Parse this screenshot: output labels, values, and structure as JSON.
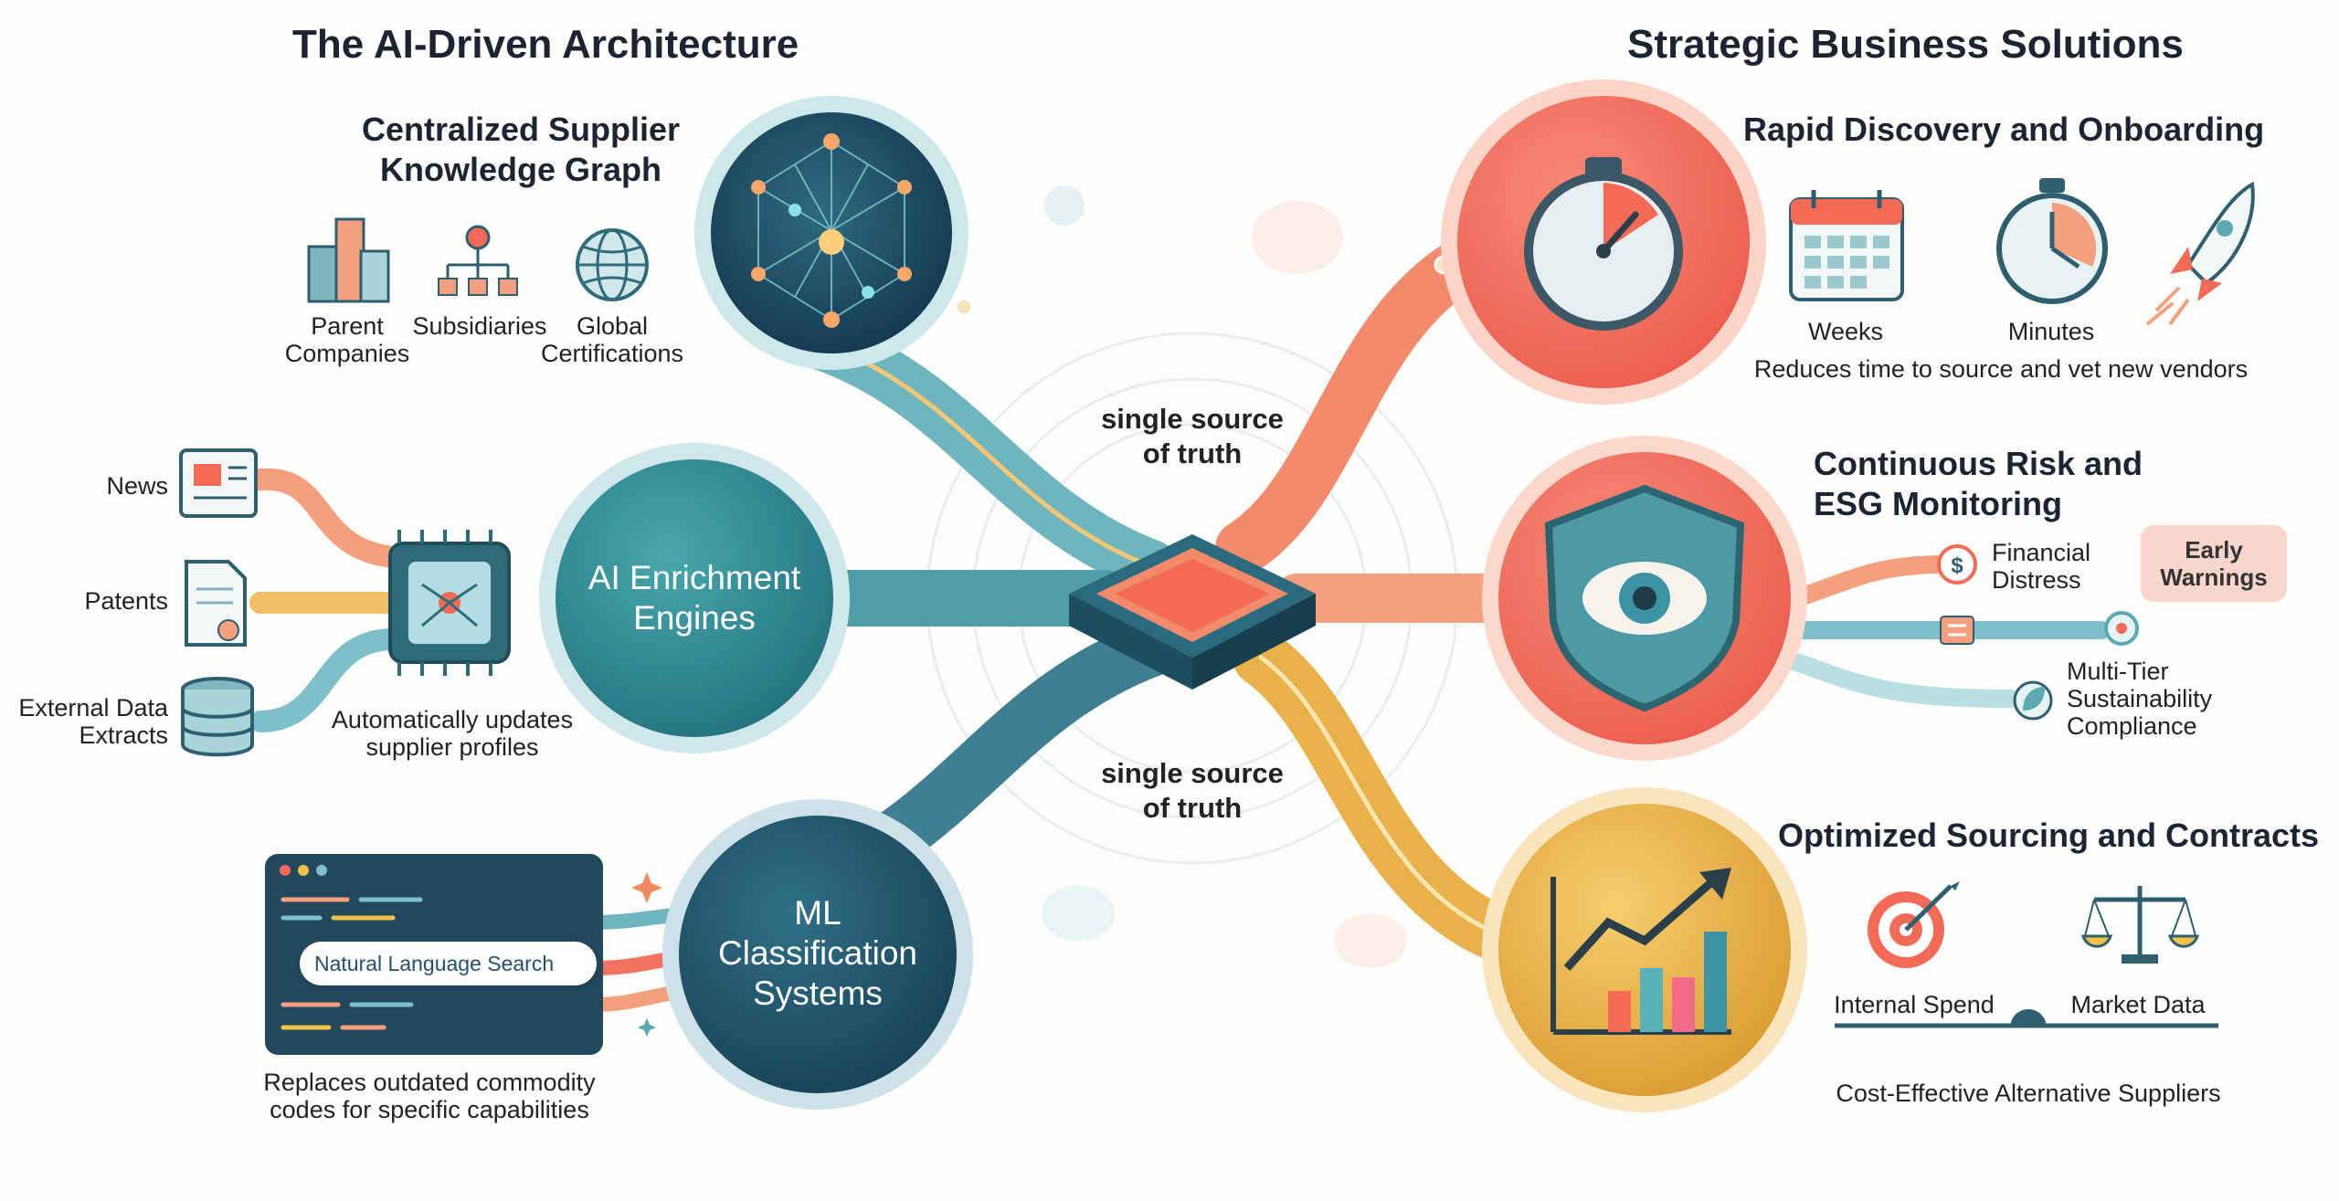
{
  "headings": {
    "left": "The AI-Driven Architecture",
    "right": "Strategic Business Solutions"
  },
  "knowledge_graph": {
    "title_line1": "Centralized Supplier",
    "title_line2": "Knowledge Graph",
    "items": [
      {
        "line1": "Parent",
        "line2": "Companies",
        "icon": "building-icon"
      },
      {
        "line1": "Subsidiaries",
        "line2": "",
        "icon": "org-chart-icon"
      },
      {
        "line1": "Global",
        "line2": "Certifications",
        "icon": "globe-icon"
      }
    ]
  },
  "sources": {
    "news": "News",
    "patents": "Patents",
    "external_line1": "External Data",
    "external_line2": "Extracts"
  },
  "enrichment": {
    "title_line1": "AI Enrichment",
    "title_line2": "Engines",
    "caption_line1": "Automatically updates",
    "caption_line2": "supplier profiles"
  },
  "ml": {
    "title_line1": "ML",
    "title_line2": "Classification",
    "title_line3": "Systems",
    "search_placeholder": "Natural Language Search",
    "caption_line1": "Replaces outdated commodity",
    "caption_line2": "codes for specific capabilities"
  },
  "hub": {
    "top_line1": "single source",
    "top_line2": "of truth",
    "bottom_line1": "single source",
    "bottom_line2": "of truth"
  },
  "discovery": {
    "title": "Rapid Discovery and Onboarding",
    "weeks": "Weeks",
    "minutes": "Minutes",
    "caption": "Reduces time to source and vet new vendors"
  },
  "risk": {
    "title_line1": "Continuous Risk and",
    "title_line2": "ESG Monitoring",
    "financial_line1": "Financial",
    "financial_line2": "Distress",
    "warning_line1": "Early",
    "warning_line2": "Warnings",
    "multi_line1": "Multi-Tier",
    "multi_line2": "Sustainability",
    "multi_line3": "Compliance"
  },
  "sourcing": {
    "title": "Optimized Sourcing and Contracts",
    "internal": "Internal Spend",
    "market": "Market Data",
    "caption": "Cost-Effective Alternative Suppliers"
  },
  "colors": {
    "teal": "#2f8f9a",
    "dark_teal": "#23596b",
    "coral": "#f26b5b",
    "gold": "#e8b14a",
    "light_teal": "#b9e0e3"
  }
}
